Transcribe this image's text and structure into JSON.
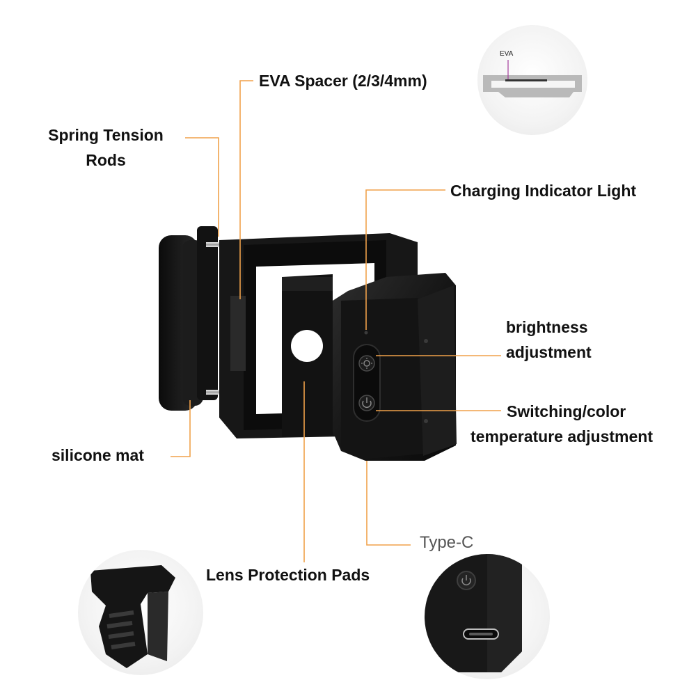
{
  "colors": {
    "accent_line": "#f0a14a",
    "body_dark": "#141414",
    "body_mid": "#262626",
    "label_text": "#111111",
    "muted_text": "#555555"
  },
  "labels": {
    "eva_spacer": "EVA Spacer (2/3/4mm)",
    "spring_tension_rods_line1": "Spring Tension",
    "spring_tension_rods_line2": "Rods",
    "charging_indicator_light": "Charging Indicator Light",
    "brightness_adjustment_line1": "brightness",
    "brightness_adjustment_line2": "adjustment",
    "switching_line1": "Switching/color",
    "switching_line2": "temperature adjustment",
    "silicone_mat": "silicone mat",
    "type_c": "Type-C",
    "lens_protection_pads": "Lens Protection Pads"
  },
  "insets": {
    "eva_detail_label": "EVA"
  },
  "icons": {
    "brightness_button": "sun-icon",
    "power_button": "power-icon",
    "usb_port": "usb-c-port-icon"
  }
}
